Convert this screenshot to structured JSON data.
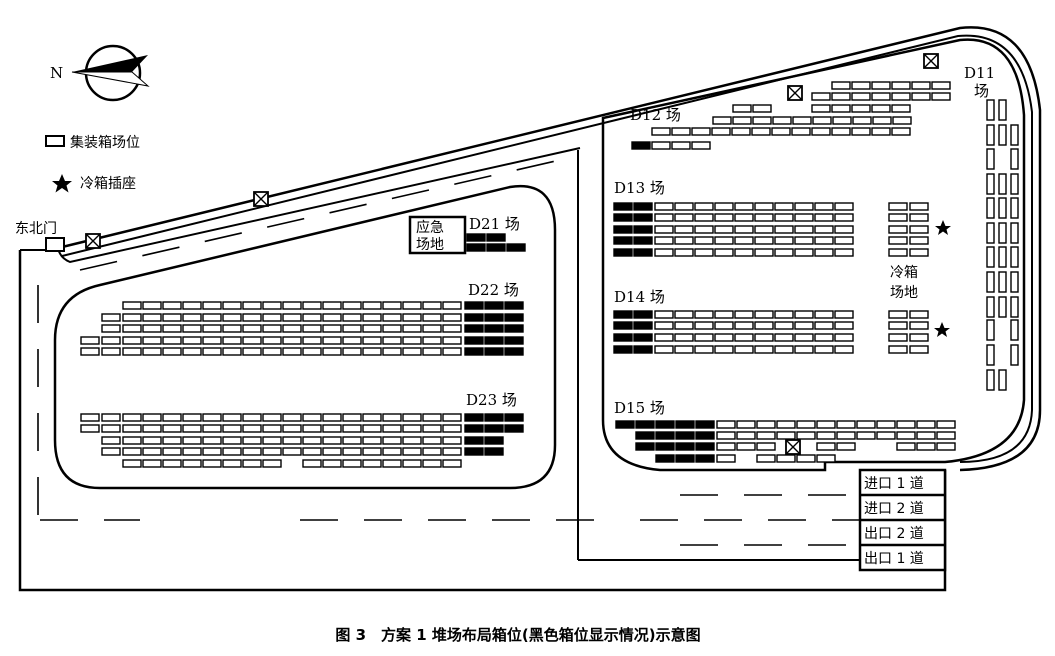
{
  "compass": {
    "north_label": "N"
  },
  "legend": {
    "container_slot": "集装箱场位",
    "reefer_socket": "冷箱插座"
  },
  "gate": {
    "label": "东北门"
  },
  "emergency_area": {
    "line1": "应急",
    "line2": "场地"
  },
  "yards": {
    "d11": {
      "line1": "D11",
      "line2": "场"
    },
    "d12": "D12 场",
    "d13": "D13 场",
    "d14": "D14 场",
    "d15": "D15 场",
    "d21": "D21 场",
    "d22": "D22 场",
    "d23": "D23 场"
  },
  "reefer_area": {
    "line1": "冷箱",
    "line2": "场地"
  },
  "lanes": [
    "进口 1 道",
    "进口 2 道",
    "出口 2 道",
    "出口 1 道"
  ],
  "caption": "图 3　方案 1 堆场布局箱位(黑色箱位显示情况)示意图",
  "colors": {
    "ink": "#000000",
    "background": "#ffffff"
  }
}
